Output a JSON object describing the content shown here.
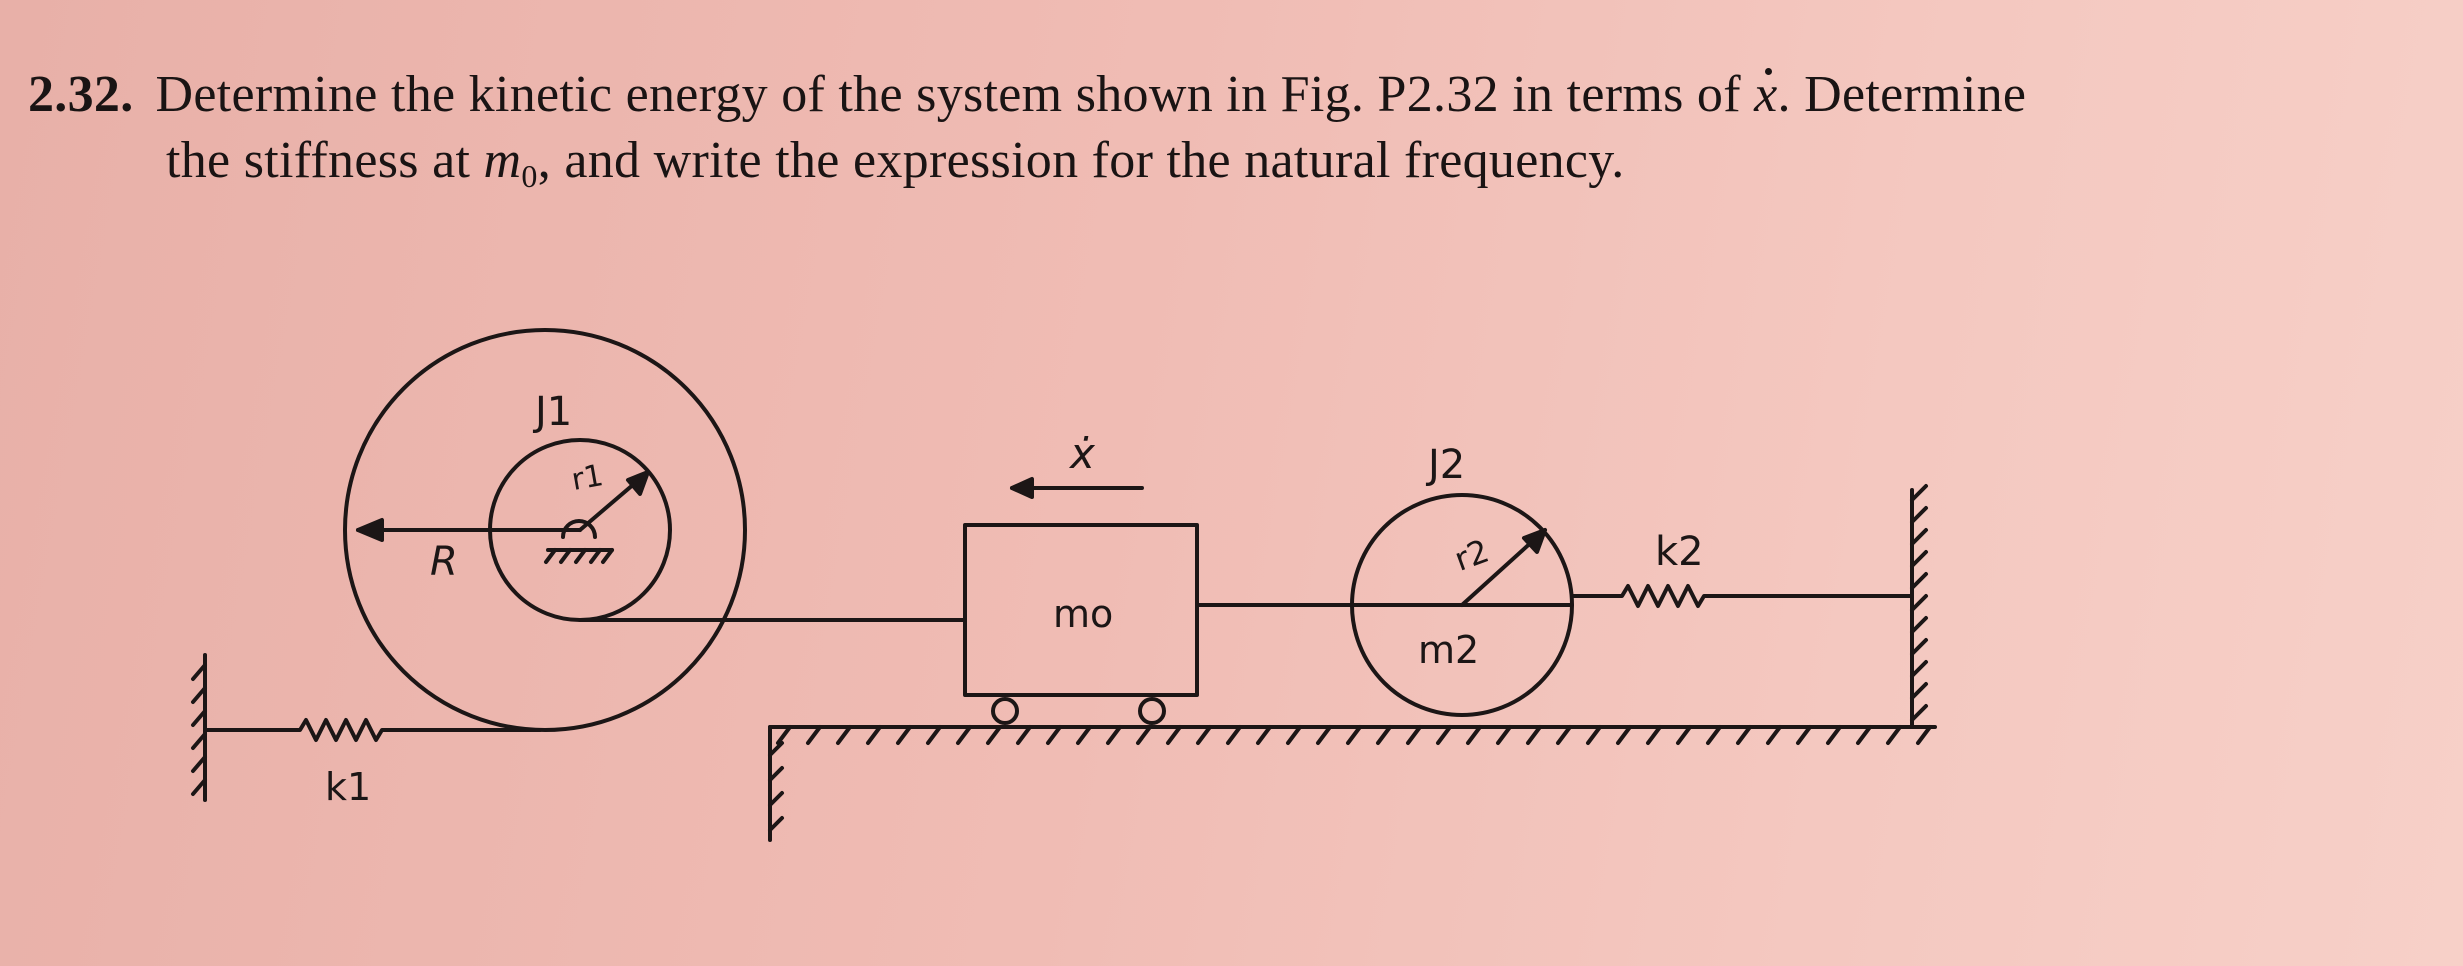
{
  "problem": {
    "number": "2.32.",
    "line1_text": "Determine the kinetic energy of the system shown in Fig. P2.32 in terms of",
    "line1_var": "x",
    "line1_end": ". Determine",
    "line2_start": "the stiffness at",
    "line2_var": "m",
    "line2_sub": "0",
    "line2_end": ", and write the expression for the natural frequency."
  },
  "figure": {
    "labels": {
      "J1": "J1",
      "r1": "r1",
      "R": "R",
      "k1": "k1",
      "x_dot": "ẋ",
      "m0": "mo",
      "J2": "J2",
      "r2": "r2",
      "m2": "m2",
      "k2": "k2"
    }
  },
  "colors": {
    "paper": "#f0bcb4",
    "ink": "#1c1616"
  }
}
